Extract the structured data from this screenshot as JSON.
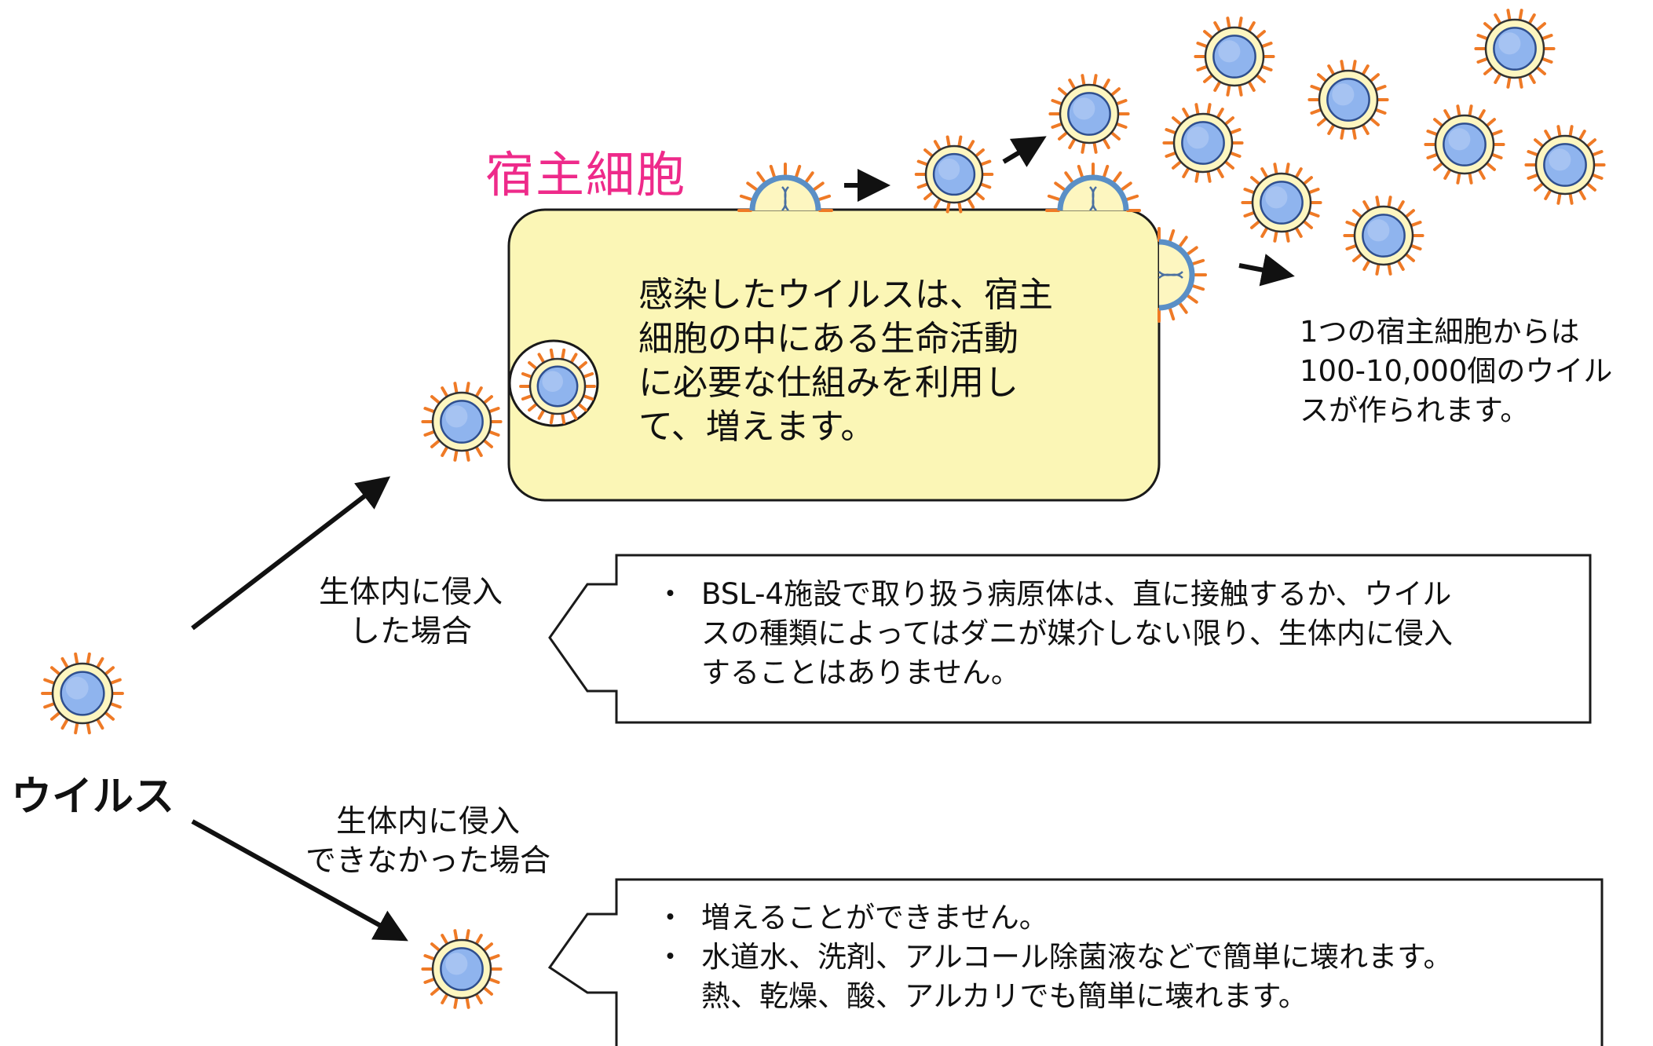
{
  "host_cell": {
    "title": "宿主細胞",
    "description_lines": [
      "感染したウイルスは、宿主",
      "細胞の中にある生命活動",
      "に必要な仕組みを利用し",
      "て、増えます。"
    ],
    "fill": "#fbf6b6",
    "stroke": "#1a1a1a"
  },
  "yield_note": {
    "lines": [
      "1つの宿主細胞からは",
      "100-10,000個のウイル",
      "スが作られます。"
    ]
  },
  "virus_label": "ウイルス",
  "case_invaded": {
    "label_lines": [
      "生体内に侵入",
      "した場合"
    ],
    "bullets": [
      {
        "marker": "・",
        "lines": [
          "BSL-4施設で取り扱う病原体は、直に接触するか、ウイル",
          "スの種類によってはダニが媒介しない限り、生体内に侵入",
          "することはありません。"
        ]
      }
    ]
  },
  "case_not_invaded": {
    "label_lines": [
      "生体内に侵入",
      "できなかった場合"
    ],
    "bullets": [
      {
        "marker": "・",
        "lines": [
          "増えることができません。"
        ]
      },
      {
        "marker": "・",
        "lines": [
          "水道水、洗剤、アルコール除菌液などで簡単に壊れます。",
          "熱、乾燥、酸、アルカリでも簡単に壊れます。"
        ]
      }
    ]
  },
  "colors": {
    "virus_envelope": "#fdf6c0",
    "virus_core": "#8fb4ee",
    "virus_core_outline": "#2f4f8f",
    "virus_spikes": "#ef7a26",
    "budding_membrane": "#5a8fc6",
    "title_magenta": "#ee2a8a"
  },
  "icons": [
    "virus-particle-icon",
    "budding-virus-icon",
    "arrow-icon",
    "hollow-arrow-icon"
  ]
}
